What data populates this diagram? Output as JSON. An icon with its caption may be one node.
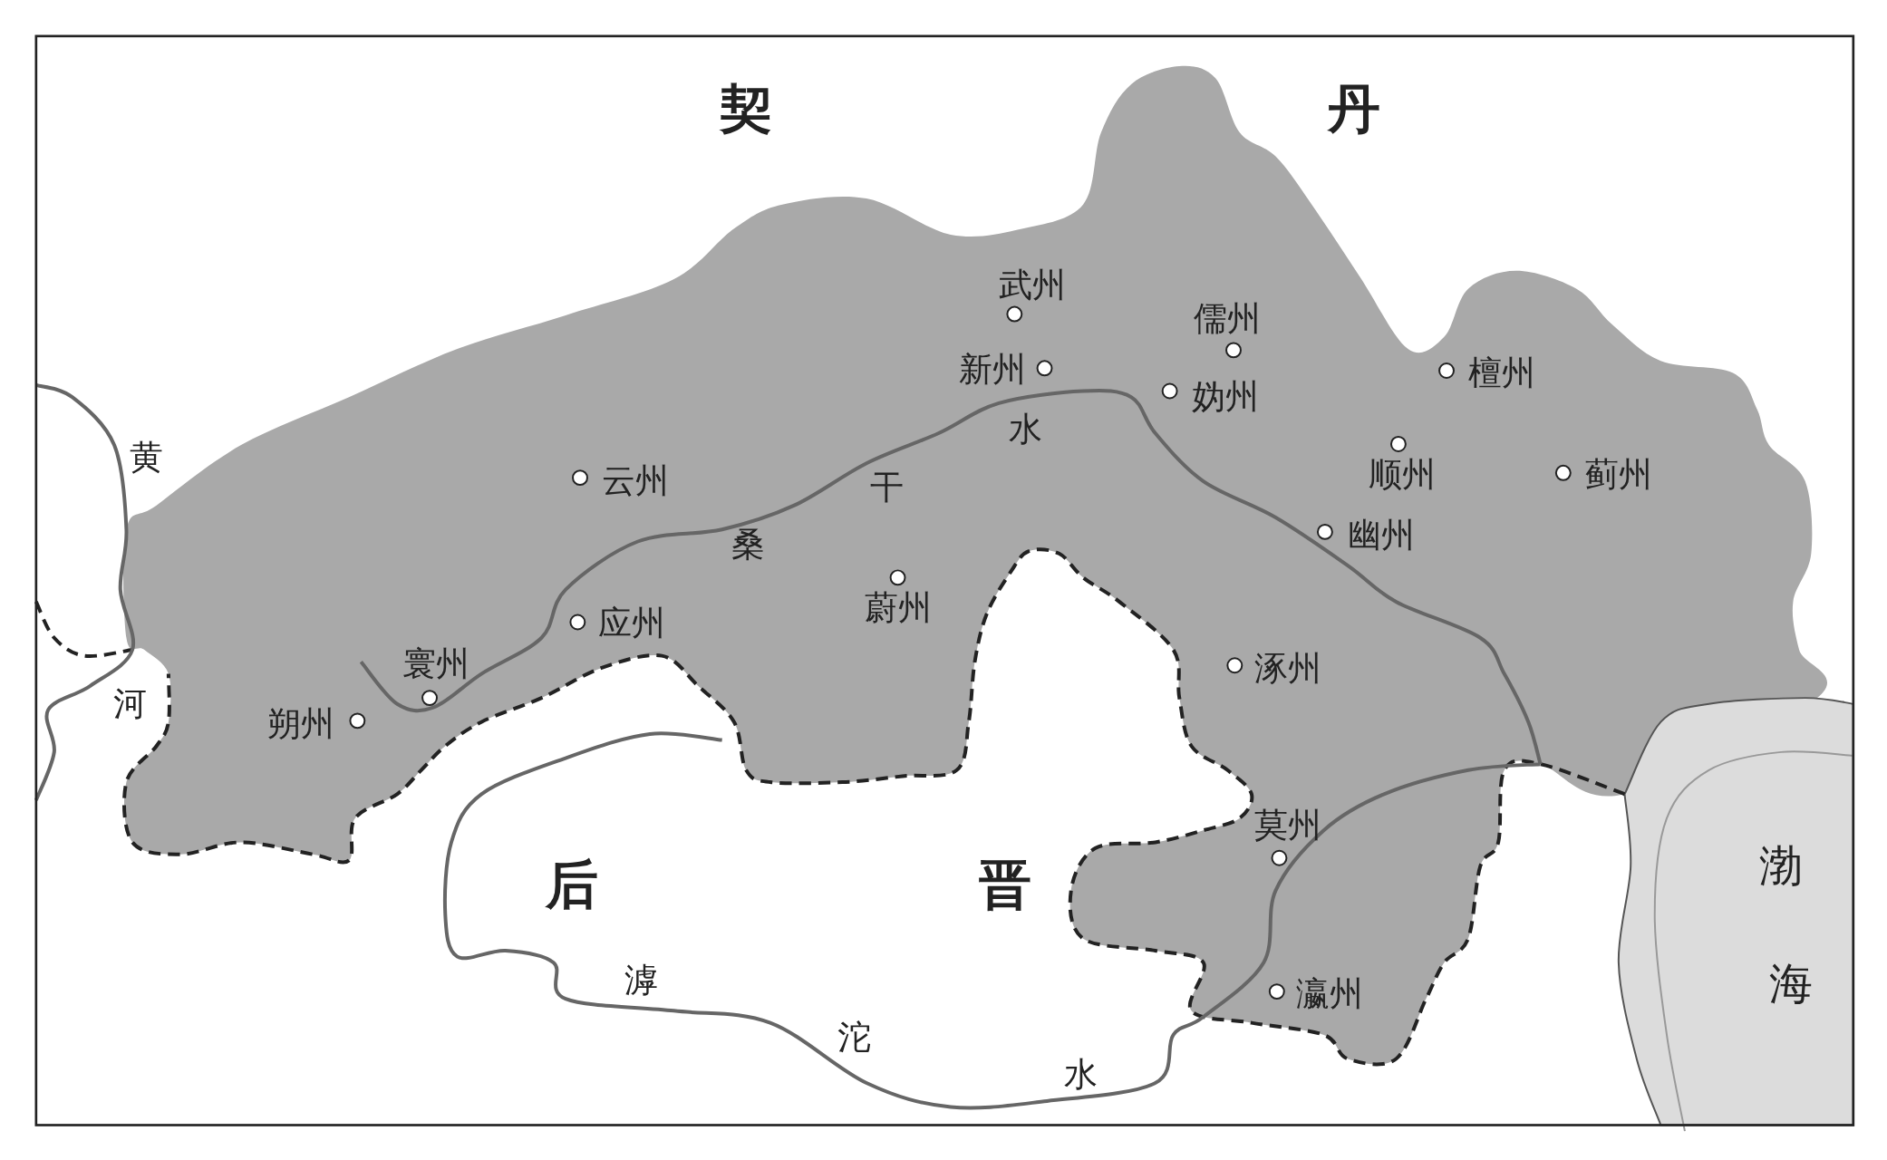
{
  "diagram": {
    "labels": [
      "契",
      "丹",
      "武州",
      "儒州",
      "新州",
      "檀州",
      "妫州",
      "水",
      "黄",
      "云州",
      "顺州",
      "蓟州",
      "干",
      "桑",
      "幽州",
      "蔚州",
      "应州",
      "寰州",
      "涿州",
      "河",
      "朔州",
      "莫州",
      "后",
      "晋",
      "渤",
      "滹",
      "瀛州",
      "海",
      "沱",
      "水"
    ]
  }
}
